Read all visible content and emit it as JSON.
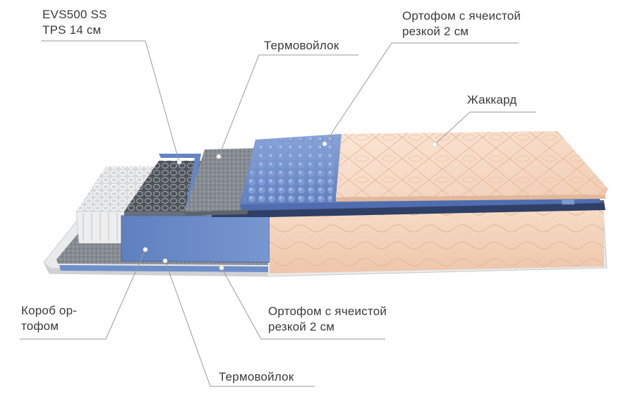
{
  "labels": {
    "springs": {
      "line1": "EVS500 SS",
      "line2": "TPS 14 см"
    },
    "felt_top": "Термовойлок",
    "foam_top": {
      "line1": "Ортофом с ячеистой",
      "line2": "резкой 2 см"
    },
    "jacquard": "Жаккард",
    "box": {
      "line1": "Короб ор-",
      "line2": "тофом"
    },
    "foam_bottom": {
      "line1": "Ортофом с ячеистой",
      "line2": "резкой 2 см"
    },
    "felt_bottom": "Термовойлок"
  },
  "colors": {
    "foam_blue": "#6f8fc9",
    "felt_gray": "#8c9097",
    "jacquard_peach": "#f6d9c4",
    "leader_line": "#9a9a9a",
    "label_text": "#3a3a3a"
  }
}
